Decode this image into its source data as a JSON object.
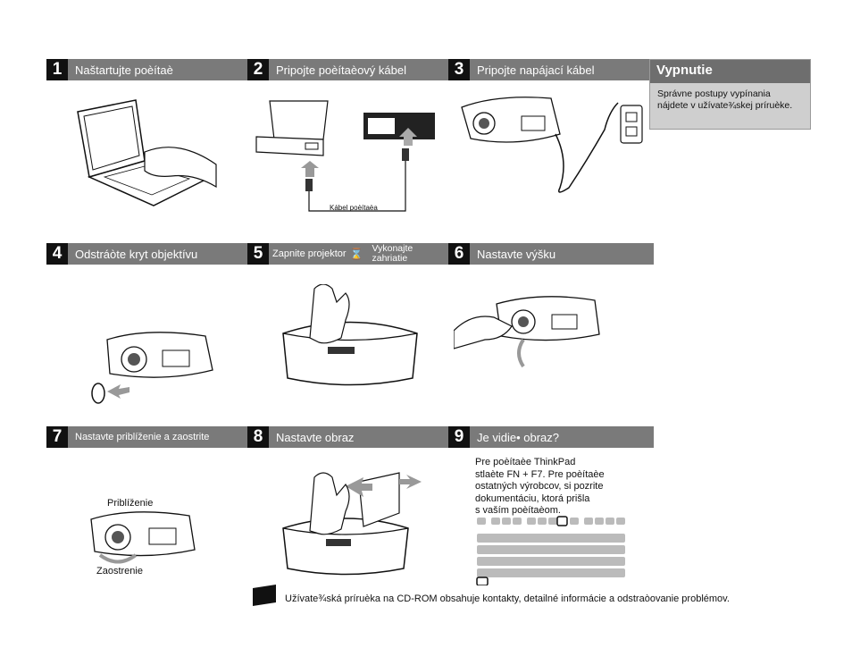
{
  "steps": [
    {
      "num": "1",
      "label": "Naštartujte poèítaè"
    },
    {
      "num": "2",
      "label": "Pripojte poèítaèový kábel",
      "cable_label": "Kábel poèítaèa"
    },
    {
      "num": "3",
      "label": "Pripojte napájací kábel"
    },
    {
      "num": "4",
      "label": "Odstráòte kryt objektívu"
    },
    {
      "num": "5",
      "label_a": "Zapnite projektor",
      "label_b_1": "Vykonajte",
      "label_b_2": "zahriatie"
    },
    {
      "num": "6",
      "label": "Nastavte výšku"
    },
    {
      "num": "7",
      "label": "Nastavte priblíženie a zaostrite",
      "zoom": "Priblíženie",
      "focus": "Zaostrenie"
    },
    {
      "num": "8",
      "label": "Nastavte obraz"
    },
    {
      "num": "9",
      "label": "Je vidie• obraz?",
      "text_lines": [
        "Pre poèítaèe ThinkPad",
        "stlaète FN + F7. Pre poèítaèe",
        "ostatných výrobcov, si pozrite",
        "dokumentáciu, ktorá prišla",
        "s vaším poèítaèom."
      ]
    }
  ],
  "note": {
    "title": "Vypnutie",
    "line1": "Správne postupy vypínania",
    "line2": "nájdete v užívate¾skej príruèke."
  },
  "footer": {
    "text": "Užívate¾ská príruèka na CD-ROM obsahuje kontakty, detailné informácie a odstraòovanie problémov."
  }
}
